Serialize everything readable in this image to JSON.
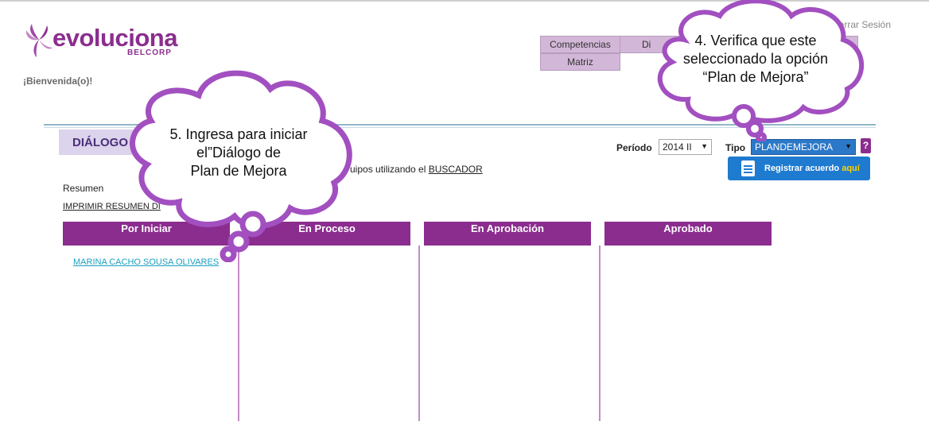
{
  "header": {
    "logo_word": "evoluciona",
    "logo_sub": "BELCORP",
    "welcome": "¡Bienvenida(o)!",
    "logout": "Cerrar Sesión",
    "menu": [
      "Competencias",
      "Di",
      "Matriz"
    ]
  },
  "dialog": {
    "title": "DIÁLOGO",
    "periodo_label": "Período",
    "periodo_value": "2014 II",
    "tipo_label": "Tipo",
    "tipo_value": "PLANDEMEJORA",
    "help": "?",
    "register_text": "Registrar acuerdo ",
    "register_aqui": "aquí",
    "search_prefix": "uipos utilizando el ",
    "search_link": "BUSCADOR",
    "resumen": "Resumen",
    "imprimir": "IMPRIMIR RESUMEN DI"
  },
  "columns": [
    "Por Iniciar",
    "En Proceso",
    "En Aprobación",
    "Aprobado"
  ],
  "items": [
    "MARINA CACHO SOUSA OLIVARES"
  ],
  "callouts": {
    "step4": [
      "4. Verifica que este",
      "seleccionado la opción",
      "“Plan de Mejora”"
    ],
    "step5": [
      "5. Ingresa para iniciar",
      "el”Diálogo de",
      "Plan de Mejora"
    ]
  },
  "colors": {
    "accent": "#8b2d8e",
    "menu": "#d3b7d8",
    "blue": "#1f7bd0",
    "bubble_outline": "#a24fc0"
  },
  "icons": [
    "logo-swirl-icon",
    "document-icon",
    "chevron-down-icon"
  ]
}
